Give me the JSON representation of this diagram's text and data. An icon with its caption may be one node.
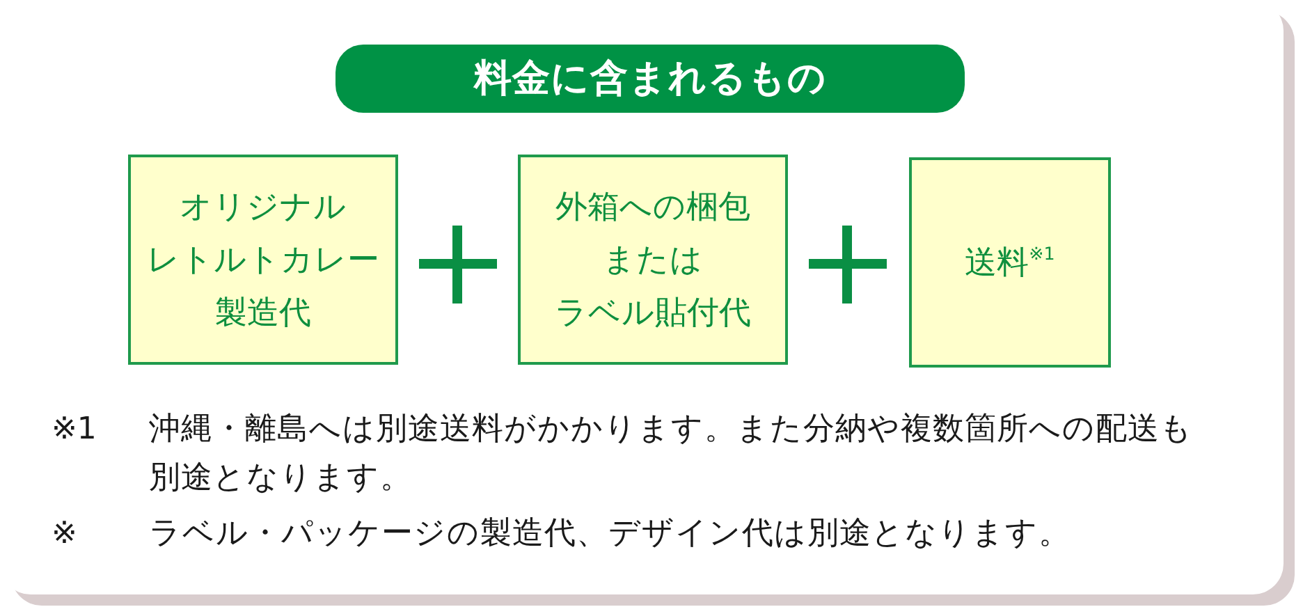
{
  "diagram": {
    "title": "料金に含まれるもの",
    "nodes": [
      {
        "text": [
          "オリジナルレトルトカレー製造代"
        ]
      },
      {
        "text": [
          "外箱への梱包またはラベル貼付代"
        ]
      },
      {
        "text": [
          "送料$^{※1}$"
        ]
      }
    ],
    "labels": [
      "※1",
      "沖縄・離島へは別途送料がかかります。また分納や複数箇所への配送も別途となります。",
      "※",
      "ラベル・パッケージの製造代、デザイン代は別途となります。"
    ]
  }
}
